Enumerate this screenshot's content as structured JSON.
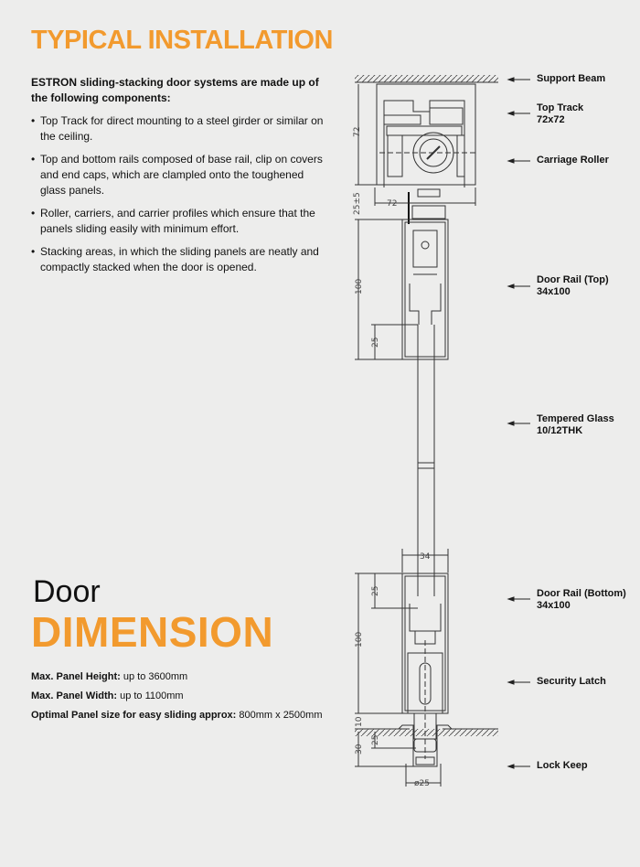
{
  "header": {
    "title": "TYPICAL INSTALLATION"
  },
  "intro": "ESTRON sliding-stacking door systems are made up of the  following components:",
  "components": [
    "Top Track for direct mounting to a steel girder or similar on the ceiling.",
    "Top and bottom rails composed of base rail, clip on covers and end caps, which are clampled onto the toughened glass panels.",
    "Roller, carriers, and carrier profiles which ensure that the panels sliding easily with minimum effort.",
    "Stacking areas, in which the sliding panels are neatly and compactly stacked when the door is opened."
  ],
  "dimension": {
    "heading_light": "Door",
    "heading_bold": "DIMENSION",
    "specs": [
      {
        "label": "Max. Panel Height:",
        "value": " up to 3600mm"
      },
      {
        "label": "Max. Panel Width:",
        "value": " up to 1100mm"
      },
      {
        "label": "Optimal Panel size for easy sliding approx:",
        "value": " 800mm x 2500mm"
      }
    ]
  },
  "diagram": {
    "labels": [
      {
        "line1": "Support Beam",
        "line2": ""
      },
      {
        "line1": "Top Track",
        "line2": "72x72"
      },
      {
        "line1": "Carriage Roller",
        "line2": ""
      },
      {
        "line1": "Door Rail (Top)",
        "line2": "34x100"
      },
      {
        "line1": "Tempered Glass",
        "line2": "10/12THK"
      },
      {
        "line1": "Door Rail (Bottom)",
        "line2": "34x100"
      },
      {
        "line1": "Security Latch",
        "line2": ""
      },
      {
        "line1": "Lock Keep",
        "line2": ""
      }
    ],
    "dims": {
      "track_h": "72",
      "track_w": "72",
      "gap": "25±5",
      "rail_top_h": "100",
      "rail_top_insert": "25",
      "glass_w": "34",
      "rail_bot_insert": "25",
      "rail_bot_h": "100",
      "floor_gap": "10",
      "keep_depth": "30",
      "keep_insert": "25",
      "keep_dia": "ø25"
    }
  },
  "colors": {
    "accent": "#f29a2e",
    "background": "#ededec"
  }
}
